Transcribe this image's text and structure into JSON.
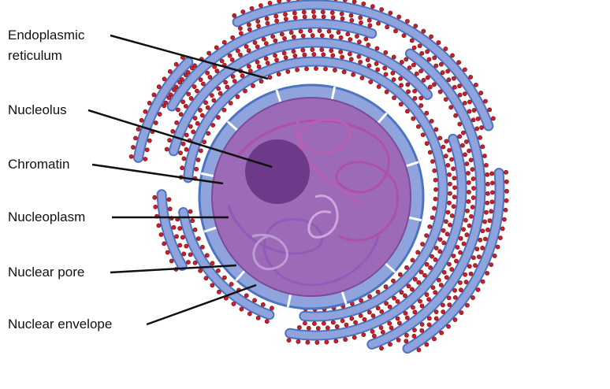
{
  "labels": {
    "er_line1": "Endoplasmic",
    "er_line2": "reticulum",
    "nucleolus": "Nucleolus",
    "chromatin": "Chromatin",
    "nucleoplasm": "Nucleoplasm",
    "nuclear_pore": "Nuclear pore",
    "nuclear_envelope": "Nuclear envelope"
  },
  "colors": {
    "er_fill": "#8fa4dc",
    "er_stroke": "#4c74c2",
    "ribosome": "#c8202a",
    "nucleoplasm": "#9c6ab6",
    "nucleolus": "#6c3a88",
    "chromatin": "#b04aa8"
  }
}
